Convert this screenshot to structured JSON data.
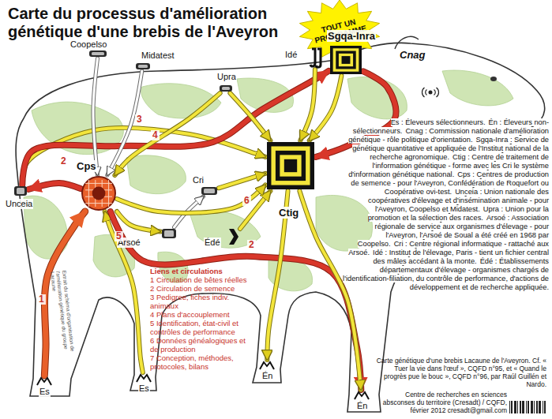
{
  "diagram": {
    "title": "Carte du processus d'amélioration génétique d'une brebis de l'Aveyron",
    "caption": "Carte génétique d'une brebis Lacaune de l'Aveyron. Cf. « Tuer la vie dans l'œuf », CQFD n°95, et « Quand le progrès pue le bouc », CQFD n°96, par Raúl Guillén et Nardo.",
    "nodes": [
      {
        "text": [
          "TOUT UN PROGRAMME"
        ]
      },
      {
        "text": [
          "Cnag"
        ]
      },
      {
        "text": [
          "Coopelso"
        ]
      },
      {
        "text": [
          "Midatest"
        ]
      },
      {
        "text": [
          "Upra"
        ]
      },
      {
        "text": [
          "Idé"
        ]
      },
      {
        "text": [
          "Sgqa-Inra"
        ]
      },
      {
        "text": [
          "Unceia"
        ]
      },
      {
        "text": [
          "Cps"
        ]
      },
      {
        "text": [
          "Cri"
        ]
      },
      {
        "text": [
          "Arsoé"
        ]
      },
      {
        "text": [
          "Édé"
        ]
      },
      {
        "text": [
          "Ctig"
        ]
      },
      {
        "text": [
          "Es"
        ]
      },
      {
        "text": [
          "Es"
        ]
      },
      {
        "text": [
          "Én"
        ]
      },
      {
        "text": [
          "Én"
        ]
      }
    ],
    "edges": [
      {
        "from": 13,
        "to": 8,
        "label": "1",
        "arrow": "to"
      },
      {
        "from": 14,
        "to": 8,
        "label": "5",
        "arrow": "to"
      },
      {
        "from": 8,
        "to": 7,
        "label": "2",
        "arrow": "to"
      },
      {
        "from": 8,
        "to": 16,
        "label": "2",
        "arrow": "to"
      },
      {
        "from": 7,
        "to": 12,
        "label": "3",
        "arrow": "to"
      },
      {
        "from": 7,
        "to": 6,
        "label": "4",
        "arrow": "to"
      },
      {
        "from": 2,
        "to": 8,
        "arrow": "to"
      },
      {
        "from": 3,
        "to": 8,
        "arrow": "to"
      },
      {
        "from": 4,
        "to": 12,
        "arrow": "to"
      },
      {
        "from": 4,
        "to": 8,
        "arrow": "to"
      },
      {
        "from": 9,
        "to": 12,
        "arrow": "to"
      },
      {
        "from": 10,
        "to": 9,
        "arrow": "to"
      },
      {
        "from": 11,
        "to": 12,
        "label": "6",
        "arrow": "to"
      },
      {
        "from": 5,
        "to": 12,
        "arrow": "to"
      },
      {
        "from": 6,
        "to": 12,
        "arrow": "to"
      },
      {
        "from": 12,
        "to": 15,
        "arrow": "to"
      },
      {
        "from": 12,
        "to": 16,
        "arrow": "to"
      },
      {
        "from": 8,
        "to": 10,
        "arrow": "to"
      },
      {
        "from": 6,
        "to": 12,
        "arrow": "to"
      },
      {
        "from": 8,
        "to": 12,
        "arrow": "to"
      }
    ],
    "labels": [
      "Liens et circulations",
      "Es : Éleveurs sélectionneurs.",
      "Én : Éleveurs non-sélectionneurs.",
      "Cnag : Commission nationale d'amélioration génétique - rôle politique d'orientation.",
      "Sgqa-Inra : Service de génétique quantitative et appliquée de l'Institut national de la recherche agronomique.",
      "Ctig : Centre de traitement de l'information génétique - forme avec les Cri le système d'information génétique national.",
      "Cps : Centres de production de semence - pour l'Aveyron, Confédération de Roquefort ou Coopérative ovi-test.",
      "Unceia : Union nationale des coopératives d'élevage et d'insémination animale - pour l'Aveyron, Coopelso et Midatest.",
      "Upra : Union pour la promotion et la sélection des races.",
      "Arsoé : Association régionale de service aux organismes d'élevage - pour l'Aveyron, l'Arsoé de Soual a été créé en 1968 par Coopelso.",
      "Cri : Centre régional informatique - rattaché aux Arsoé.",
      "Idé : Institut de l'élevage, Paris - tient un fichier central des mâles accédant à la monte.",
      "Édé : Établissements départementaux d'élevage - organismes chargés de l'identification-filiation, du contrôle de performance, d'actions de développement et de recherche appliquée.",
      "Centre de recherches en sciences absconses du territoire (Cresadt) / CQFD, février 2012 cresadt@gmail.com",
      "Extrait du schéma d'organisation de l'amélioration génétique du groupe Lacaune"
    ],
    "legend": [
      {
        "text": "1 Circulation de bêtes réelles"
      },
      {
        "text": "2 Circulation de semence"
      },
      {
        "text": "3 Pedigree, fiches indiv. animaux"
      },
      {
        "text": "4 Plans d'accouplement"
      },
      {
        "text": "5 Identification, état-civil et contrôles de performance"
      },
      {
        "text": "6 Données généalogiques et de production"
      },
      {
        "text": "7 Conception, méthodes, protocoles, bilans"
      }
    ]
  }
}
